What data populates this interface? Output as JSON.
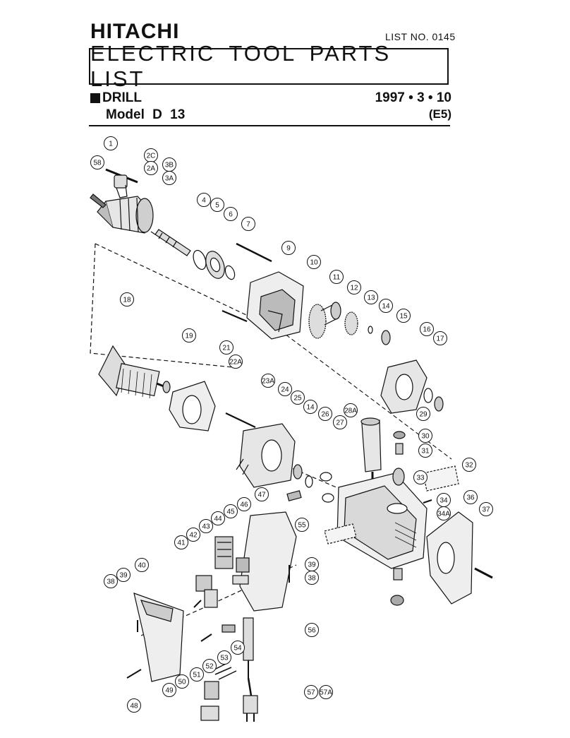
{
  "header": {
    "brand": "HITACHI",
    "list_no": "LIST NO. 0145",
    "title": "ELECTRIC TOOL PARTS LIST",
    "category": "DRILL",
    "model": "Model D 13",
    "date": "1997 • 3 • 10",
    "edition": "(E5)"
  },
  "callouts": [
    {
      "label": "1"
    },
    {
      "label": "58"
    },
    {
      "label": "2C"
    },
    {
      "label": "2A"
    },
    {
      "label": "3B"
    },
    {
      "label": "3A"
    },
    {
      "label": "4"
    },
    {
      "label": "5"
    },
    {
      "label": "6"
    },
    {
      "label": "7"
    },
    {
      "label": "9"
    },
    {
      "label": "10"
    },
    {
      "label": "11"
    },
    {
      "label": "12"
    },
    {
      "label": "13"
    },
    {
      "label": "14"
    },
    {
      "label": "15"
    },
    {
      "label": "16"
    },
    {
      "label": "17"
    },
    {
      "label": "18"
    },
    {
      "label": "19"
    },
    {
      "label": "21"
    },
    {
      "label": "22A"
    },
    {
      "label": "23A"
    },
    {
      "label": "24"
    },
    {
      "label": "25"
    },
    {
      "label": "14"
    },
    {
      "label": "26"
    },
    {
      "label": "28A"
    },
    {
      "label": "27"
    },
    {
      "label": "29"
    },
    {
      "label": "30"
    },
    {
      "label": "31"
    },
    {
      "label": "32"
    },
    {
      "label": "33"
    },
    {
      "label": "34"
    },
    {
      "label": "34A"
    },
    {
      "label": "36"
    },
    {
      "label": "37"
    },
    {
      "label": "47"
    },
    {
      "label": "46"
    },
    {
      "label": "45"
    },
    {
      "label": "44"
    },
    {
      "label": "43"
    },
    {
      "label": "42"
    },
    {
      "label": "41"
    },
    {
      "label": "55"
    },
    {
      "label": "40"
    },
    {
      "label": "39"
    },
    {
      "label": "38"
    },
    {
      "label": "39"
    },
    {
      "label": "38"
    },
    {
      "label": "56"
    },
    {
      "label": "54"
    },
    {
      "label": "53"
    },
    {
      "label": "52"
    },
    {
      "label": "51"
    },
    {
      "label": "50"
    },
    {
      "label": "49"
    },
    {
      "label": "48"
    },
    {
      "label": "57"
    },
    {
      "label": "57A"
    }
  ]
}
